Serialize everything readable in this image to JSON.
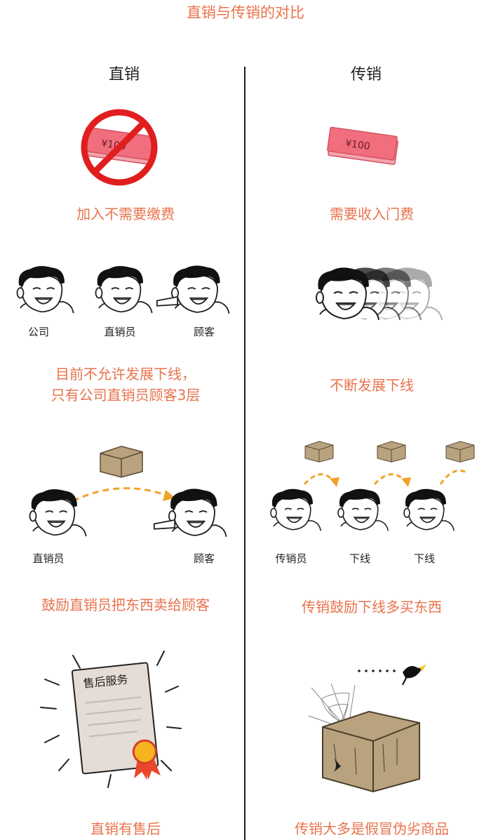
{
  "title": "直销与传销的对比",
  "left": {
    "heading": "直销",
    "money_text": "¥100",
    "caption1": "加入不需要缴费",
    "people": [
      "公司",
      "直销员",
      "顾客"
    ],
    "caption2_line1": "目前不允许发展下线，",
    "caption2_line2": "只有公司直销员顾客3层",
    "flow": [
      "直销员",
      "顾客"
    ],
    "caption3": "鼓励直销员把东西卖给顾客",
    "certificate_text": "售后服务",
    "caption4": "直销有售后"
  },
  "right": {
    "heading": "传销",
    "money_text": "¥100",
    "caption1": "需要收入门费",
    "caption2": "不断发展下线",
    "flow": [
      "传销员",
      "下线",
      "下线"
    ],
    "caption3": "传销鼓励下线多买东西",
    "caption4": "传销大多是假冒伪劣商品"
  },
  "colors": {
    "accent": "#e8734c",
    "arrow": "#f2a22a",
    "box": "#b9a27e",
    "ban": "#e01e1e",
    "money": "#f06e7d"
  }
}
